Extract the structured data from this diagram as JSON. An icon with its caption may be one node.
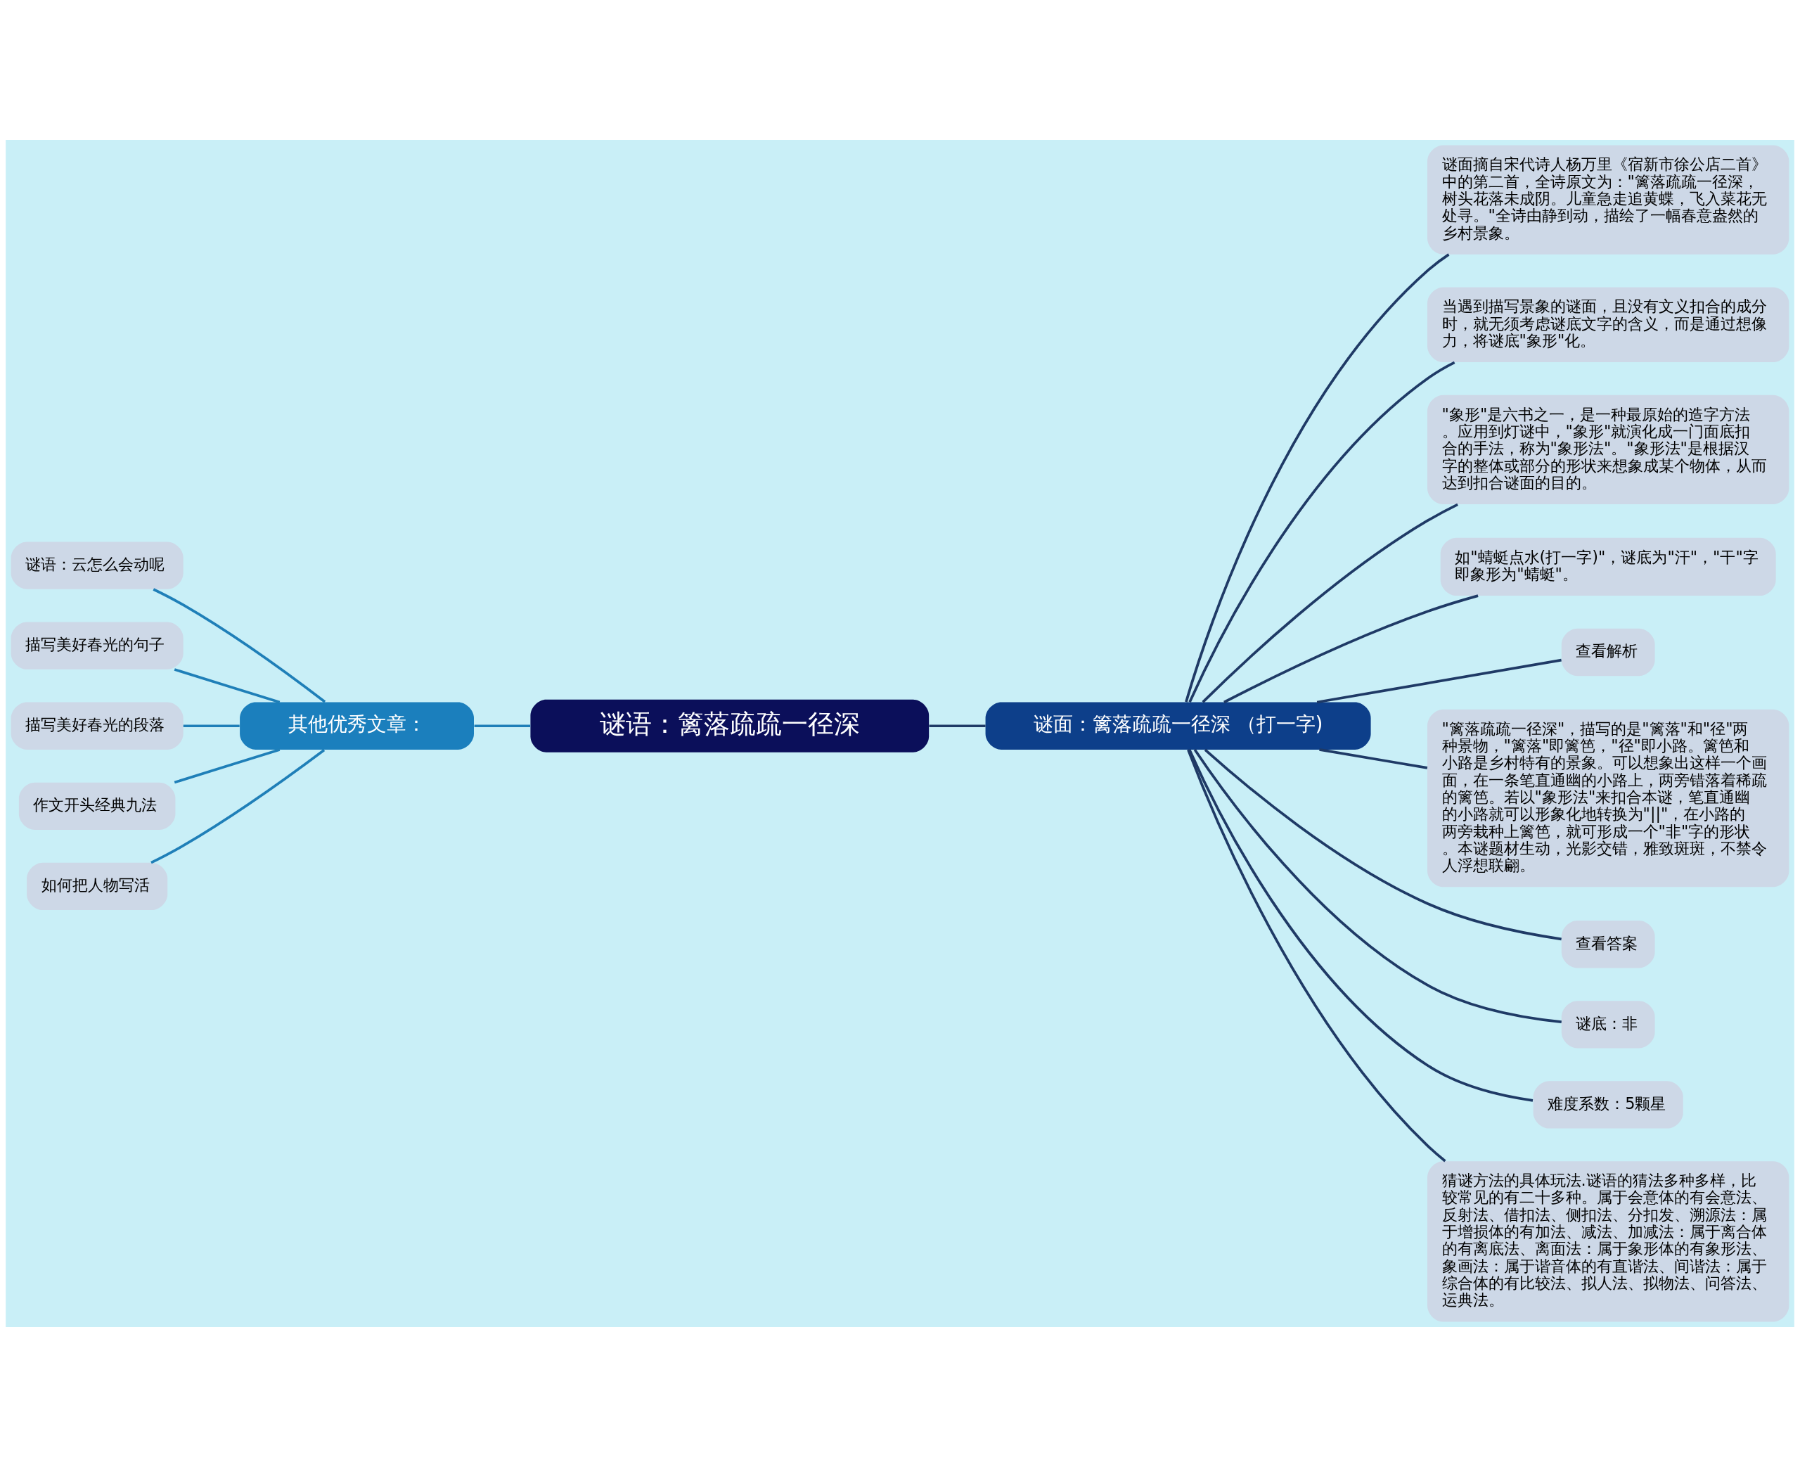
{
  "diagram": {
    "nodes": [
      {
        "text": [
          "谜语：篱落疏疏一径深"
        ]
      },
      {
        "text": [
          "其他优秀文章："
        ]
      },
      {
        "text": [
          "谜语：云怎么会动呢"
        ]
      },
      {
        "text": [
          "描写美好春光的句子"
        ]
      },
      {
        "text": [
          "描写美好春光的段落"
        ]
      },
      {
        "text": [
          "作文开头经典九法"
        ]
      },
      {
        "text": [
          "如何把人物写活"
        ]
      },
      {
        "text": [
          "谜面：篱落疏疏一径深 （打一字)"
        ]
      },
      {
        "text": [
          "谜面摘自宋代诗人杨万里《宿新市徐公店二首》中的第二首，全诗原文为：\"篱落疏疏一径深，树头花落未成阴。儿童急走追黄蝶，飞入菜花无处寻。\"全诗由静到动，描绘了一幅春意盎然的乡村景象。"
        ]
      },
      {
        "text": [
          "当遇到描写景象的谜面，且没有文义扣合的成分时，就无须考虑谜底文字的含义，而是通过想像力，将谜底\"象形\"化。"
        ]
      },
      {
        "text": [
          "\"象形\"是六书之一，是一种最原始的造字方法。应用到灯谜中，\"象形\"就演化成一门面底扣合的手法，称为\"象形法\"。\"象形法\"是根据汉字的整体或部分的形状来想象成某个物体，从而达到扣合谜面的目的。"
        ]
      },
      {
        "text": [
          "如\"蜻蜓点水(打一字)\"，谜底为\"汗\"，\"干\"字即象形为\"蜻蜓\"。"
        ]
      },
      {
        "text": [
          "查看解析"
        ]
      },
      {
        "text": [
          "\"篱落疏疏一径深\"，描写的是\"篱落\"和\"径\"两种景物，\"篱落\"即篱笆，\"径\"即小路。篱笆和小路是乡村特有的景象。可以想象出这样一个画面，在一条笔直通幽的小路上，两旁错落着稀疏的篱笆。若以\"象形法\"来扣合本谜，笔直通幽的小路就可以形象化地转换为\"||\"，在小路的两旁栽种上篱笆，就可形成一个\"非\"字的形状。本谜题材生动，光影交错，雅致斑斑，不禁令人浮想联翩。"
        ]
      },
      {
        "text": [
          "查看答案"
        ]
      },
      {
        "text": [
          "谜底：非"
        ]
      },
      {
        "text": [
          "难度系数：5颗星"
        ]
      },
      {
        "text": [
          "猜谜方法的具体玩法.谜语的猜法多种多样，比较常见的有二十多种。属于会意体的有会意法、反射法、借扣法、侧扣法、分扣发、溯源法：属于增损体的有加法、减法、加减法：属于离合体的有离底法、离面法：属于象形体的有象形法、象画法：属于谐音体的有直谐法、间谐法：属于综合体的有比较法、拟人法、拟物法、问答法、运典法。"
        ]
      }
    ],
    "edges": [
      {
        "from": 0,
        "to": 1,
        "arrow": "none",
        "color": "#1f7fb8"
      },
      {
        "from": 1,
        "to": 2,
        "arrow": "none",
        "color": "#1f7fb8"
      },
      {
        "from": 1,
        "to": 3,
        "arrow": "none",
        "color": "#1f7fb8"
      },
      {
        "from": 1,
        "to": 4,
        "arrow": "none",
        "color": "#1f7fb8"
      },
      {
        "from": 1,
        "to": 5,
        "arrow": "none",
        "color": "#1f7fb8"
      },
      {
        "from": 1,
        "to": 6,
        "arrow": "none",
        "color": "#1f7fb8"
      },
      {
        "from": 0,
        "to": 7,
        "arrow": "none"
      },
      {
        "from": 7,
        "to": 8,
        "arrow": "none"
      },
      {
        "from": 7,
        "to": 9,
        "arrow": "none"
      },
      {
        "from": 7,
        "to": 10,
        "arrow": "none"
      },
      {
        "from": 7,
        "to": 11,
        "arrow": "none"
      },
      {
        "from": 7,
        "to": 12,
        "arrow": "none"
      },
      {
        "from": 7,
        "to": 13,
        "arrow": "none"
      },
      {
        "from": 7,
        "to": 14,
        "arrow": "none"
      },
      {
        "from": 7,
        "to": 15,
        "arrow": "none"
      },
      {
        "from": 7,
        "to": 16,
        "arrow": "none"
      },
      {
        "from": 7,
        "to": 17,
        "arrow": "none"
      }
    ]
  }
}
